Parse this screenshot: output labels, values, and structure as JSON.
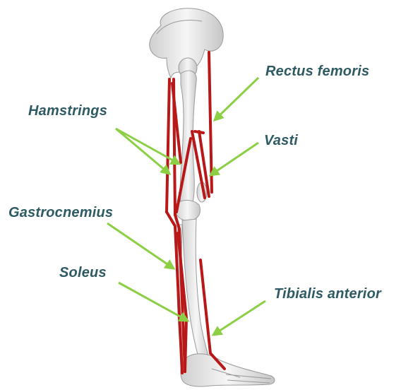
{
  "colors": {
    "label_text": "#2e5a63",
    "arrow": "#8ccf45",
    "muscle": "#b81818",
    "bone": "#e4e4e4",
    "bone_outline": "#9a9a9a"
  },
  "labels": {
    "rectus_femoris": "Rectus femoris",
    "hamstrings": "Hamstrings",
    "vasti": "Vasti",
    "gastrocnemius": "Gastrocnemius",
    "soleus": "Soleus",
    "tibialis_anterior": "Tibialis anterior"
  }
}
